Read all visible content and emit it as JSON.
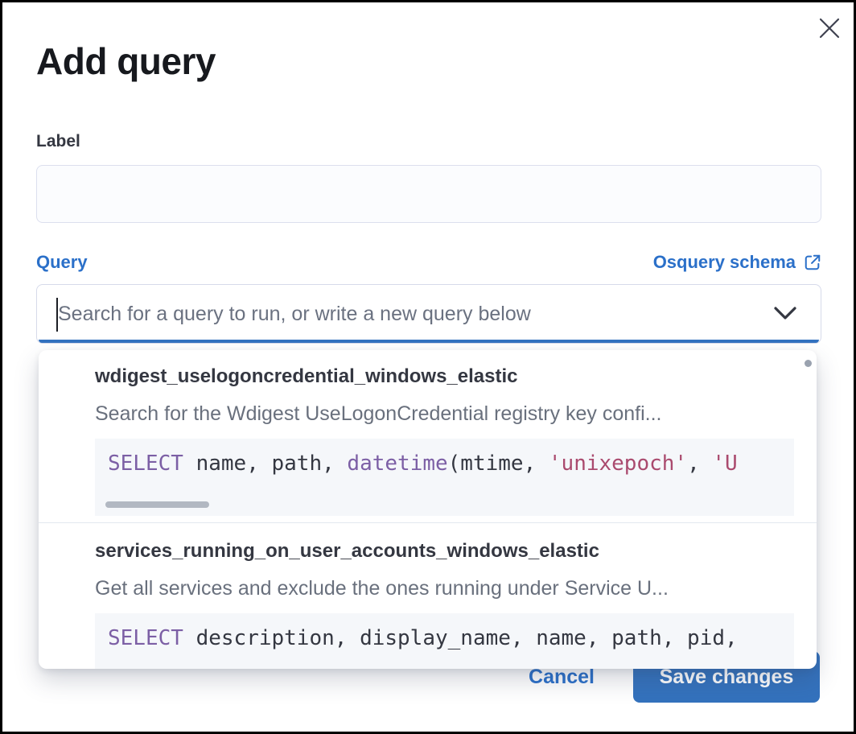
{
  "modal": {
    "title": "Add query",
    "label_field": {
      "label": "Label",
      "value": "",
      "placeholder": ""
    },
    "query_field": {
      "label": "Query",
      "schema_link": "Osquery schema",
      "placeholder": "Search for a query to run, or write a new query below",
      "value": ""
    },
    "dropdown": {
      "options": [
        {
          "title": "wdigest_uselogoncredential_windows_elastic",
          "description": "Search for the Wdigest UseLogonCredential registry key confi...",
          "code": [
            {
              "type": "keyword",
              "text": "SELECT"
            },
            {
              "type": "plain",
              "text": " name, path, "
            },
            {
              "type": "keyword",
              "text": "datetime"
            },
            {
              "type": "plain",
              "text": "(mtime, "
            },
            {
              "type": "string",
              "text": "'unixepoch'"
            },
            {
              "type": "plain",
              "text": ", "
            },
            {
              "type": "string",
              "text": "'U"
            }
          ]
        },
        {
          "title": "services_running_on_user_accounts_windows_elastic",
          "description": "Get all services and exclude the ones running under Service U...",
          "code": [
            {
              "type": "keyword",
              "text": "SELECT"
            },
            {
              "type": "plain",
              "text": " description, display_name, name, path, pid,"
            }
          ]
        }
      ]
    },
    "footer": {
      "cancel_label": "Cancel",
      "save_label": "Save changes"
    },
    "icons": {
      "close": "x-icon",
      "external_link": "external-link-icon",
      "chevron": "chevron-down-icon"
    },
    "colors": {
      "primary_button": "#3472bd",
      "link": "#2b70c9",
      "focus_underline": "#3372c0",
      "code_background": "#f5f7fa",
      "code_keyword": "#7c5fa5",
      "code_string": "#aa4a6e",
      "code_plain": "#343741",
      "title_text": "#17191e",
      "subdued_text": "#69707d"
    }
  }
}
